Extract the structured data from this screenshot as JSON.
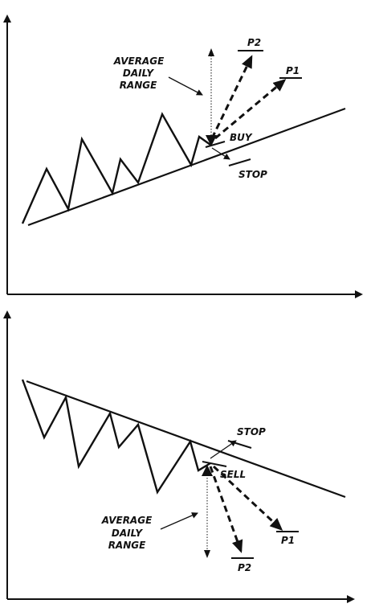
{
  "colors": {
    "ink": "#111111",
    "background": "#ffffff"
  },
  "top_panel": {
    "label_average": "AVERAGE",
    "label_daily": "DAILY",
    "label_range": "RANGE",
    "label_buy": "BUY",
    "label_stop": "STOP",
    "label_p1": "P1",
    "label_p2": "P2"
  },
  "bottom_panel": {
    "label_average": "AVERAGE",
    "label_daily": "DAILY",
    "label_range": "RANGE",
    "label_sell": "SELL",
    "label_stop": "STOP",
    "label_p1": "P1",
    "label_p2": "P2"
  }
}
